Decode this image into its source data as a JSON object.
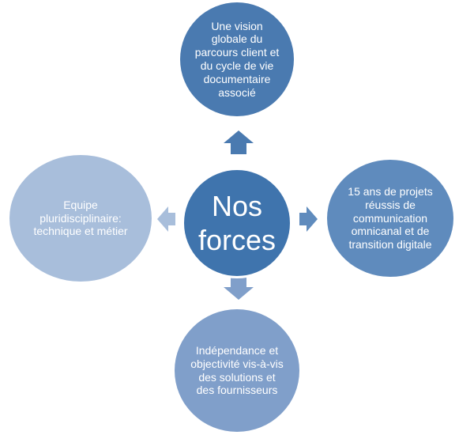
{
  "center": {
    "label": "Nos forces"
  },
  "nodes": {
    "top": "Une vision globale du parcours client et du cycle de vie documentaire associé",
    "right": "15 ans de projets réussis de communication omnicanal et de transition digitale",
    "left": "Equipe pluridisciplinaire: technique et métier",
    "bottom": "Indépendance et objectivité vis-à-vis des solutions et des fournisseurs"
  },
  "colors": {
    "center": "#3f74ad",
    "top": "#4a7ab0",
    "right": "#5f8bbd",
    "left": "#a8bedb",
    "bottom": "#809fca",
    "arrow_up": "#4a7ab0",
    "arrow_right": "#5f8bbd",
    "arrow_left": "#a8bedb",
    "arrow_down": "#809fca"
  }
}
